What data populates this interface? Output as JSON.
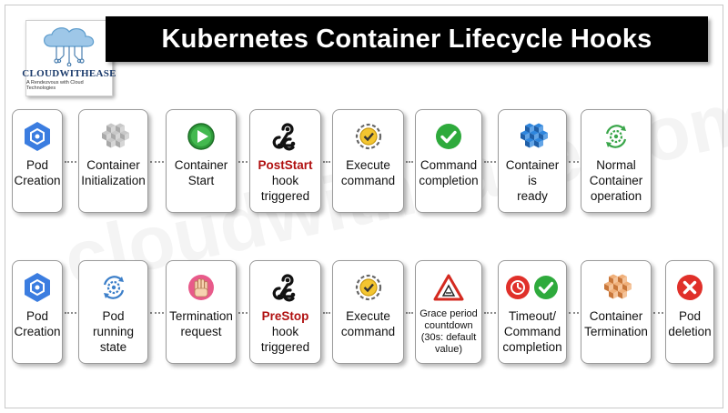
{
  "header": {
    "logo_text": "CLOUDWITHEASE",
    "logo_tagline": "A Rendezvous with Cloud Technologies",
    "title": "Kubernetes Container Lifecycle Hooks"
  },
  "watermark": "cloudwithease.com",
  "colors": {
    "title_bg": "#000000",
    "title_text": "#ffffff",
    "hook_highlight": "#b01010",
    "success_green": "#2eaa3c",
    "error_red": "#e0302a",
    "cube_blue": "#2e86de",
    "cube_orange": "#e39a5c"
  },
  "rows": [
    {
      "steps": [
        {
          "label": "Pod\nCreation",
          "icon": "gke-hexagon-icon"
        },
        {
          "label": "Container\nInitialization",
          "icon": "gray-cubes-icon"
        },
        {
          "label": "Container\nStart",
          "icon": "play-button-icon"
        },
        {
          "label_highlight": "PostStart",
          "label": "hook\ntriggered",
          "icon": "webhook-icon"
        },
        {
          "label": "Execute\ncommand",
          "icon": "gear-check-icon"
        },
        {
          "label": "Command\ncompletion",
          "icon": "green-check-icon"
        },
        {
          "label": "Container is\nready",
          "icon": "blue-cubes-icon"
        },
        {
          "label": "Normal\nContainer\noperation",
          "icon": "green-gear-cycle-icon"
        }
      ]
    },
    {
      "steps": [
        {
          "label": "Pod\nCreation",
          "icon": "gke-hexagon-icon"
        },
        {
          "label": "Pod running\nstate",
          "icon": "blue-gear-cycle-icon"
        },
        {
          "label": "Termination\nrequest",
          "icon": "hand-stop-icon"
        },
        {
          "label_highlight": "PreStop",
          "label": "hook\ntriggered",
          "icon": "webhook-icon"
        },
        {
          "label": "Execute\ncommand",
          "icon": "gear-check-icon"
        },
        {
          "label": "Grace period\ncountdown\n(30s: default\nvalue)",
          "icon": "warning-triangle-icon"
        },
        {
          "label": "Timeout/\nCommand\ncompletion",
          "icon": "timeout-check-icon"
        },
        {
          "label": "Container\nTermination",
          "icon": "orange-cubes-icon"
        },
        {
          "label": "Pod\ndeletion",
          "icon": "red-x-icon"
        }
      ]
    }
  ]
}
